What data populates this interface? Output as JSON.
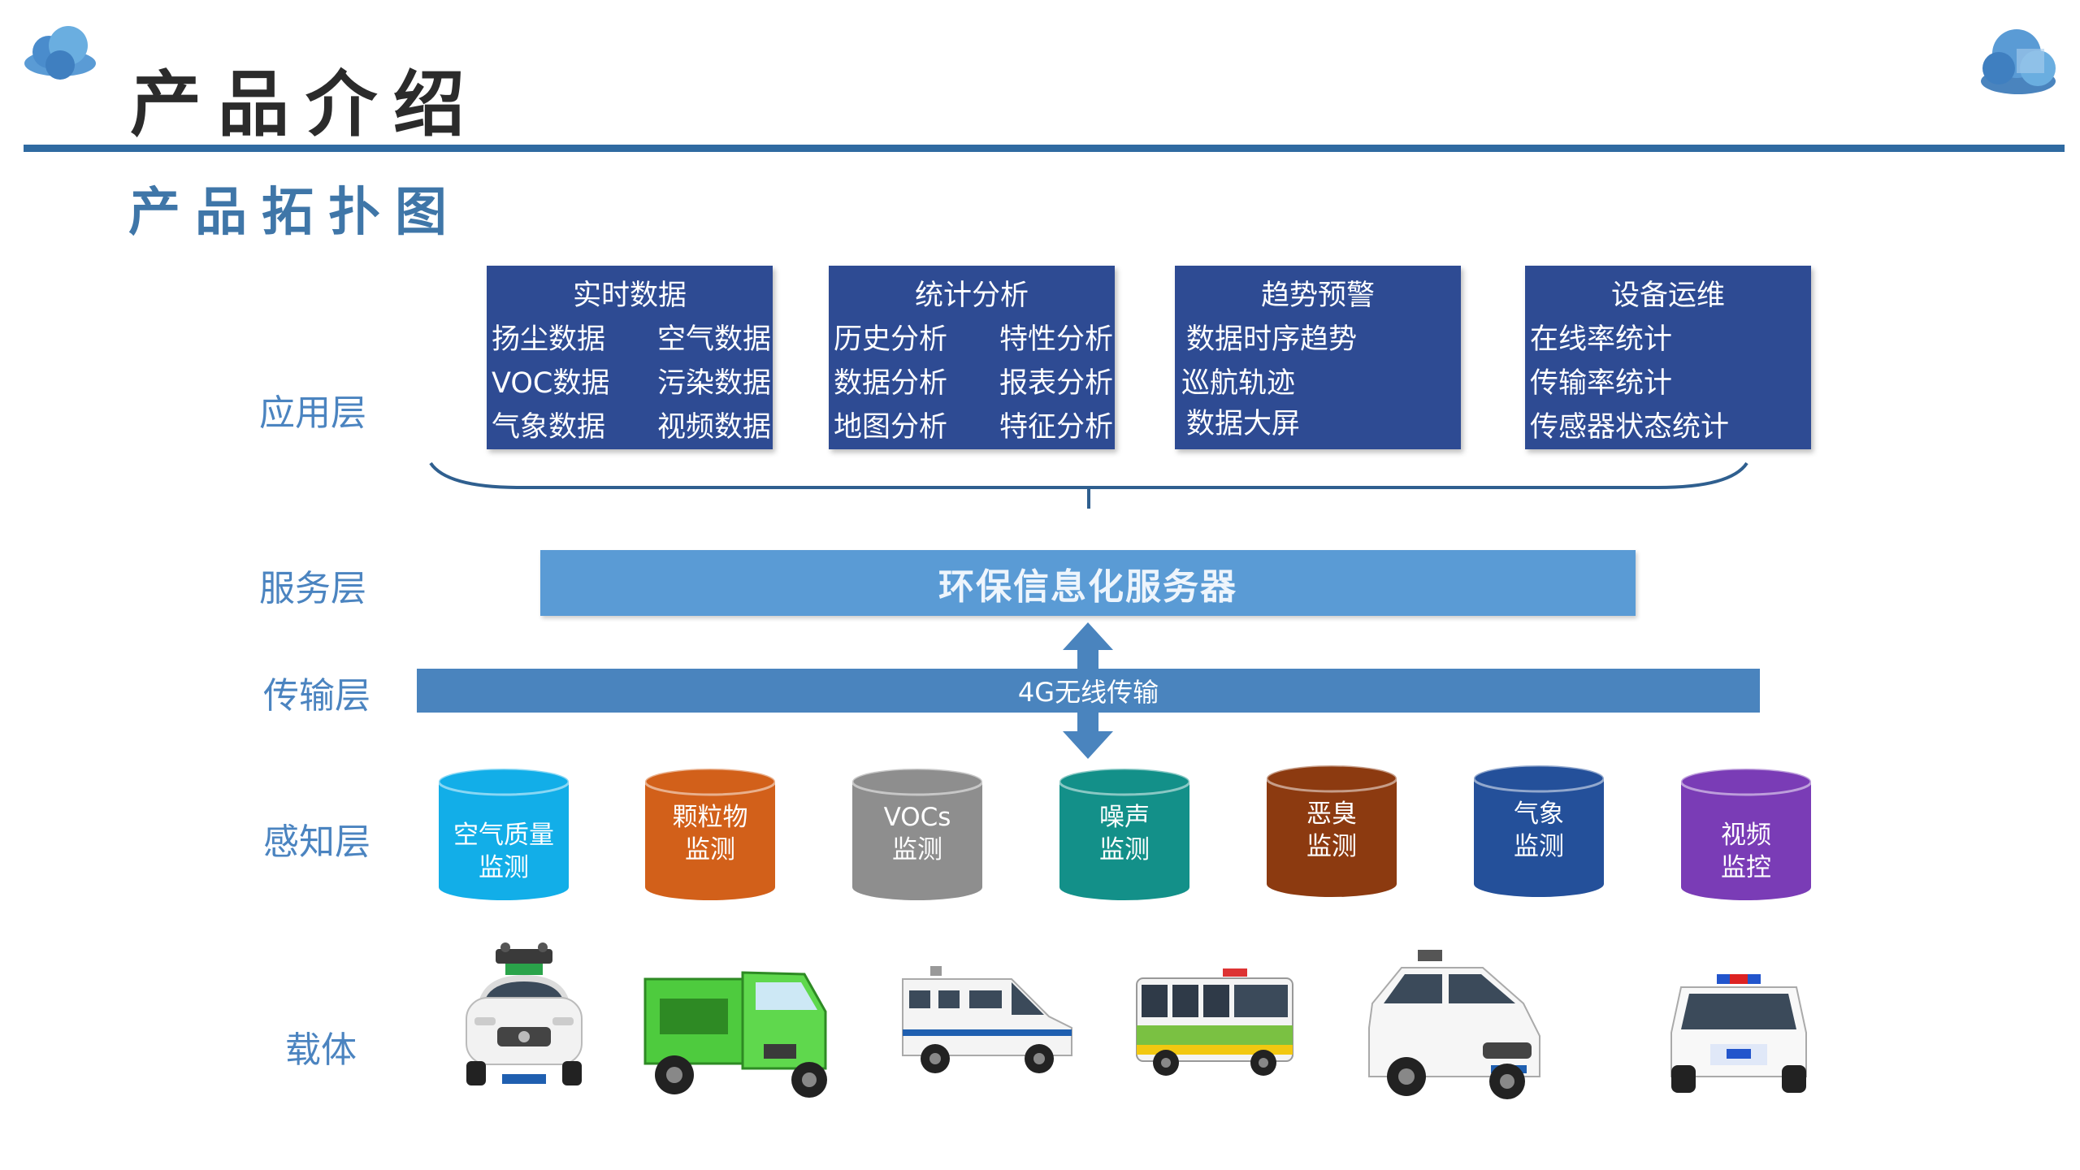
{
  "header": {
    "title": "产品介绍",
    "subtitle": "产品拓扑图"
  },
  "layers": {
    "application": "应用层",
    "service": "服务层",
    "transport": "传输层",
    "perception": "感知层",
    "carrier": "载体"
  },
  "app_boxes": [
    {
      "title": "实时数据",
      "items": [
        "扬尘数据",
        "空气数据",
        "VOC数据",
        "污染数据",
        "气象数据",
        "视频数据"
      ]
    },
    {
      "title": "统计分析",
      "items": [
        "历史分析",
        "特性分析",
        "数据分析",
        "报表分析",
        "地图分析",
        "特征分析"
      ]
    },
    {
      "title": "趋势预警",
      "items": [
        "数据时序趋势",
        "巡航轨迹",
        "数据大屏"
      ]
    },
    {
      "title": "设备运维",
      "items": [
        "在线率统计",
        "传输率统计",
        "传感器状态统计"
      ]
    }
  ],
  "service": {
    "server_label": "环保信息化服务器"
  },
  "transport": {
    "label": "4G无线传输"
  },
  "sensors": [
    {
      "line1": "空气质量",
      "line2": "监测",
      "color": "#12aee8"
    },
    {
      "line1": "颗粒物",
      "line2": "监测",
      "color": "#d2601a"
    },
    {
      "line1": "VOCs",
      "line2": "监测",
      "color": "#8e8e8e"
    },
    {
      "line1": "噪声",
      "line2": "监测",
      "color": "#139089"
    },
    {
      "line1": "恶臭",
      "line2": "监测",
      "color": "#8c3a10"
    },
    {
      "line1": "气象",
      "line2": "监测",
      "color": "#24509a"
    },
    {
      "line1": "视频",
      "line2": "监控",
      "color": "#7a3cb6"
    }
  ],
  "colors": {
    "accent_rule": "#2f6aa1",
    "app_box": "#2e4b93",
    "server_bar": "#5a9bd5",
    "transport_bar": "#4a84be",
    "label": "#4b84c0"
  },
  "icons": [
    "cloud-icon",
    "cloud-icon",
    "suv-icon",
    "electric-tricycle-icon",
    "ambulance-van-icon",
    "bus-icon",
    "minivan-icon",
    "patrol-cart-icon"
  ]
}
